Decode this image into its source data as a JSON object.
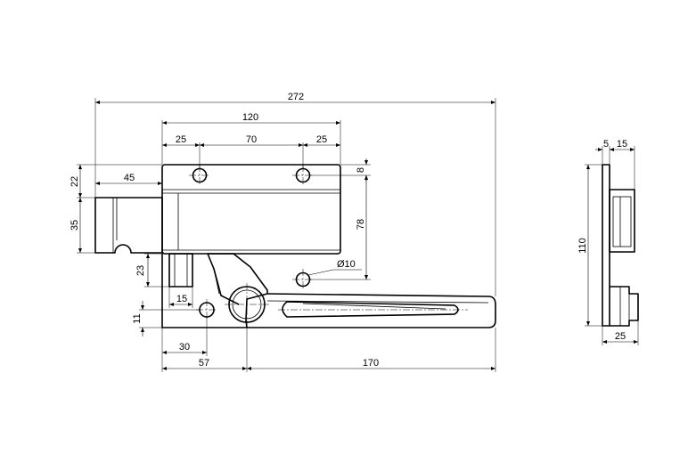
{
  "drawing": {
    "front_view": {
      "dims": {
        "overall_width": "272",
        "body_width": "120",
        "hole_offset_left": "25",
        "hole_spacing": "70",
        "hole_offset_right": "25",
        "top_band": "8",
        "body_height": "78",
        "hole_diameter": "Ø10",
        "bolt_projection": "45",
        "bolt_top_offset": "22",
        "bolt_height": "35",
        "pin_height": "23",
        "pin_width": "15",
        "hole_height": "11",
        "hole_offset_x": "30",
        "pivot_offset": "57",
        "handle_length": "170"
      }
    },
    "side_view": {
      "dims": {
        "flange": "5",
        "depth_top": "15",
        "height": "110",
        "depth": "25"
      }
    }
  }
}
